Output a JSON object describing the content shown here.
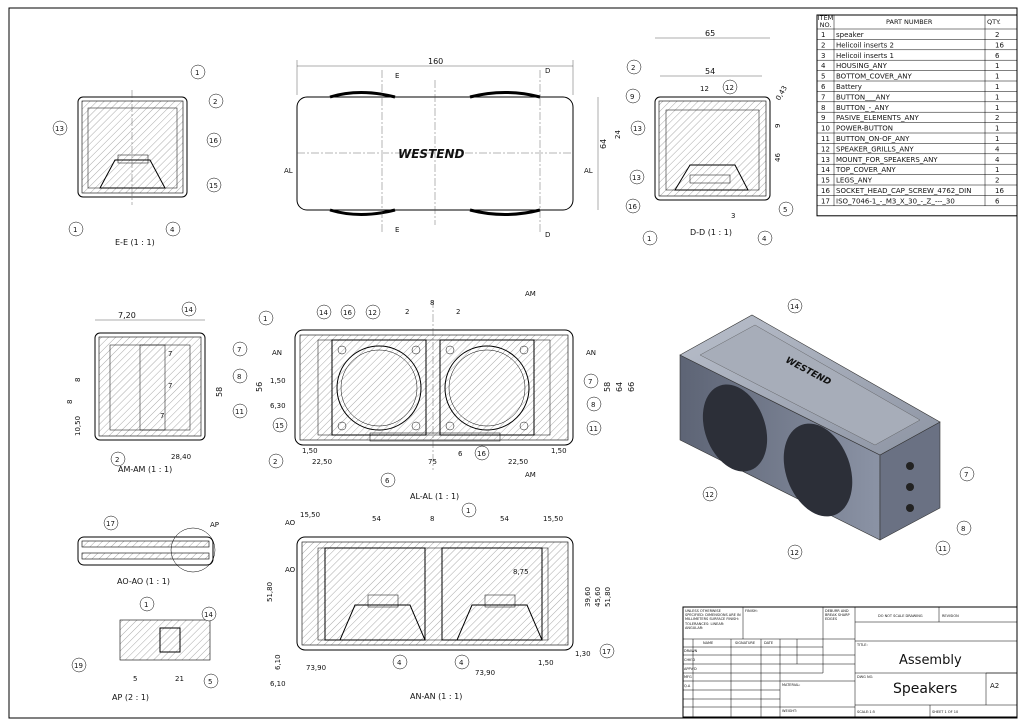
{
  "bom": {
    "headers": {
      "item": "ITEM NO.",
      "part": "PART NUMBER",
      "qty": "QTY."
    },
    "rows": [
      {
        "no": "1",
        "part": "speaker",
        "qty": "2"
      },
      {
        "no": "2",
        "part": "Helicoil inserts 2",
        "qty": "16"
      },
      {
        "no": "3",
        "part": "Helicoil inserts 1",
        "qty": "6"
      },
      {
        "no": "4",
        "part": "HOUSING_ANY",
        "qty": "1"
      },
      {
        "no": "5",
        "part": "BOTTOM_COVER_ANY",
        "qty": "1"
      },
      {
        "no": "6",
        "part": "Battery",
        "qty": "1"
      },
      {
        "no": "7",
        "part": "BUTTON___ANY",
        "qty": "1"
      },
      {
        "no": "8",
        "part": "BUTTON_-_ANY",
        "qty": "1"
      },
      {
        "no": "9",
        "part": "PASIVE_ELEMENTS_ANY",
        "qty": "2"
      },
      {
        "no": "10",
        "part": "POWER-BUTTON",
        "qty": "1"
      },
      {
        "no": "11",
        "part": "BUTTON_ON-OF_ANY",
        "qty": "1"
      },
      {
        "no": "12",
        "part": "SPEAKER_GRILLS_ANY",
        "qty": "4"
      },
      {
        "no": "13",
        "part": "MOUNT_FOR_SPEAKERS_ANY",
        "qty": "4"
      },
      {
        "no": "14",
        "part": "TOP_COVER_ANY",
        "qty": "1"
      },
      {
        "no": "15",
        "part": "LEGS_ANY",
        "qty": "2"
      },
      {
        "no": "16",
        "part": "SOCKET_HEAD_CAP_SCREW_4762_DIN",
        "qty": "16"
      },
      {
        "no": "17",
        "part": "ISO_7046-1_-_M3_X_30_-_Z_---_30",
        "qty": "6"
      }
    ]
  },
  "views": {
    "ee": "E-E (1 : 1)",
    "dd": "D-D (1 : 1)",
    "amam": "AM-AM (1 : 1)",
    "alal": "AL-AL (1 : 1)",
    "aoao": "AO-AO (1 : 1)",
    "ap": "AP (2 : 1)",
    "anan": "AN-AN (1 : 1)"
  },
  "section_markers": {
    "e": "E",
    "d": "D",
    "al": "AL",
    "am": "AM",
    "an": "AN",
    "ao": "AO",
    "ap": "AP"
  },
  "logo": "WESTEND",
  "dimensions": {
    "top_width": "160",
    "top_height": "64",
    "dd_65": "65",
    "dd_54": "54",
    "dd_043": "0,43",
    "dd_12": "12",
    "dd_9": "9",
    "dd_24": "24",
    "dd_46": "46",
    "dd_3": "3",
    "am_720": "7,20",
    "am_8a": "8",
    "am_8b": "8",
    "am_1050": "10,50",
    "am_58": "58",
    "am_2840": "28,40",
    "am_7a": "7",
    "am_7b": "7",
    "am_7c": "7",
    "al_8": "8",
    "al_2a": "2",
    "al_2b": "2",
    "al_56": "56",
    "al_150": "1,50",
    "al_630": "6,30",
    "al_2250a": "22,50",
    "al_75": "75",
    "al_2250b": "22,50",
    "al_150b": "1,50",
    "al_150c": "1,50",
    "al_6": "6",
    "al_58": "58",
    "al_64": "64",
    "al_66": "66",
    "an_1550a": "15,50",
    "an_54a": "54",
    "an_8": "8",
    "an_54b": "54",
    "an_1550b": "15,50",
    "an_5180": "51,80",
    "an_875": "8,75",
    "an_3960": "39,60",
    "an_4560": "45,60",
    "an_5180b": "51,80",
    "an_610a": "6,10",
    "an_610b": "6,10",
    "an_7390a": "73,90",
    "an_7390b": "73,90",
    "an_150": "1,50",
    "an_130": "1,30",
    "ap_5": "5",
    "ap_21": "21"
  },
  "balloons": {
    "ee": [
      "1",
      "2",
      "13",
      "16",
      "15",
      "1",
      "4"
    ],
    "dd": [
      "2",
      "9",
      "13",
      "12",
      "13",
      "16",
      "1",
      "5",
      "4"
    ],
    "amam": [
      "14",
      "7",
      "8",
      "11",
      "2"
    ],
    "alal": [
      "1",
      "14",
      "16",
      "12",
      "7",
      "8",
      "11",
      "15",
      "2",
      "6",
      "16"
    ],
    "iso": [
      "14",
      "7",
      "8",
      "11",
      "12",
      "12"
    ],
    "aoao": [
      "17"
    ],
    "ap": [
      "1",
      "14",
      "19",
      "5"
    ],
    "anan": [
      "1",
      "4",
      "4",
      "17"
    ]
  },
  "title_block": {
    "unless": "UNLESS OTHERWISE SPECIFIED: DIMENSIONS ARE IN MILLIMETERS SURFACE FINISH: TOLERANCES: LINEAR: ANGULAR:",
    "finish": "FINISH:",
    "deburr": "DEBURR AND BREAK SHARP EDGES",
    "noscale": "DO NOT SCALE DRAWING",
    "revision": "REVISION",
    "name": "NAME",
    "signature": "SIGNATURE",
    "date": "DATE",
    "drawn": "DRAWN",
    "chkd": "CHK'D",
    "appvd": "APPV'D",
    "mfg": "MFG",
    "qa": "Q.A",
    "material": "MATERIAL:",
    "weight": "WEIGHT:",
    "title_label": "TITLE:",
    "title": "Assembly",
    "dwg_label": "DWG NO.",
    "dwg": "Speakers",
    "size": "A2",
    "scale": "SCALE:1:5",
    "sheet": "SHEET 1 OF 10"
  }
}
